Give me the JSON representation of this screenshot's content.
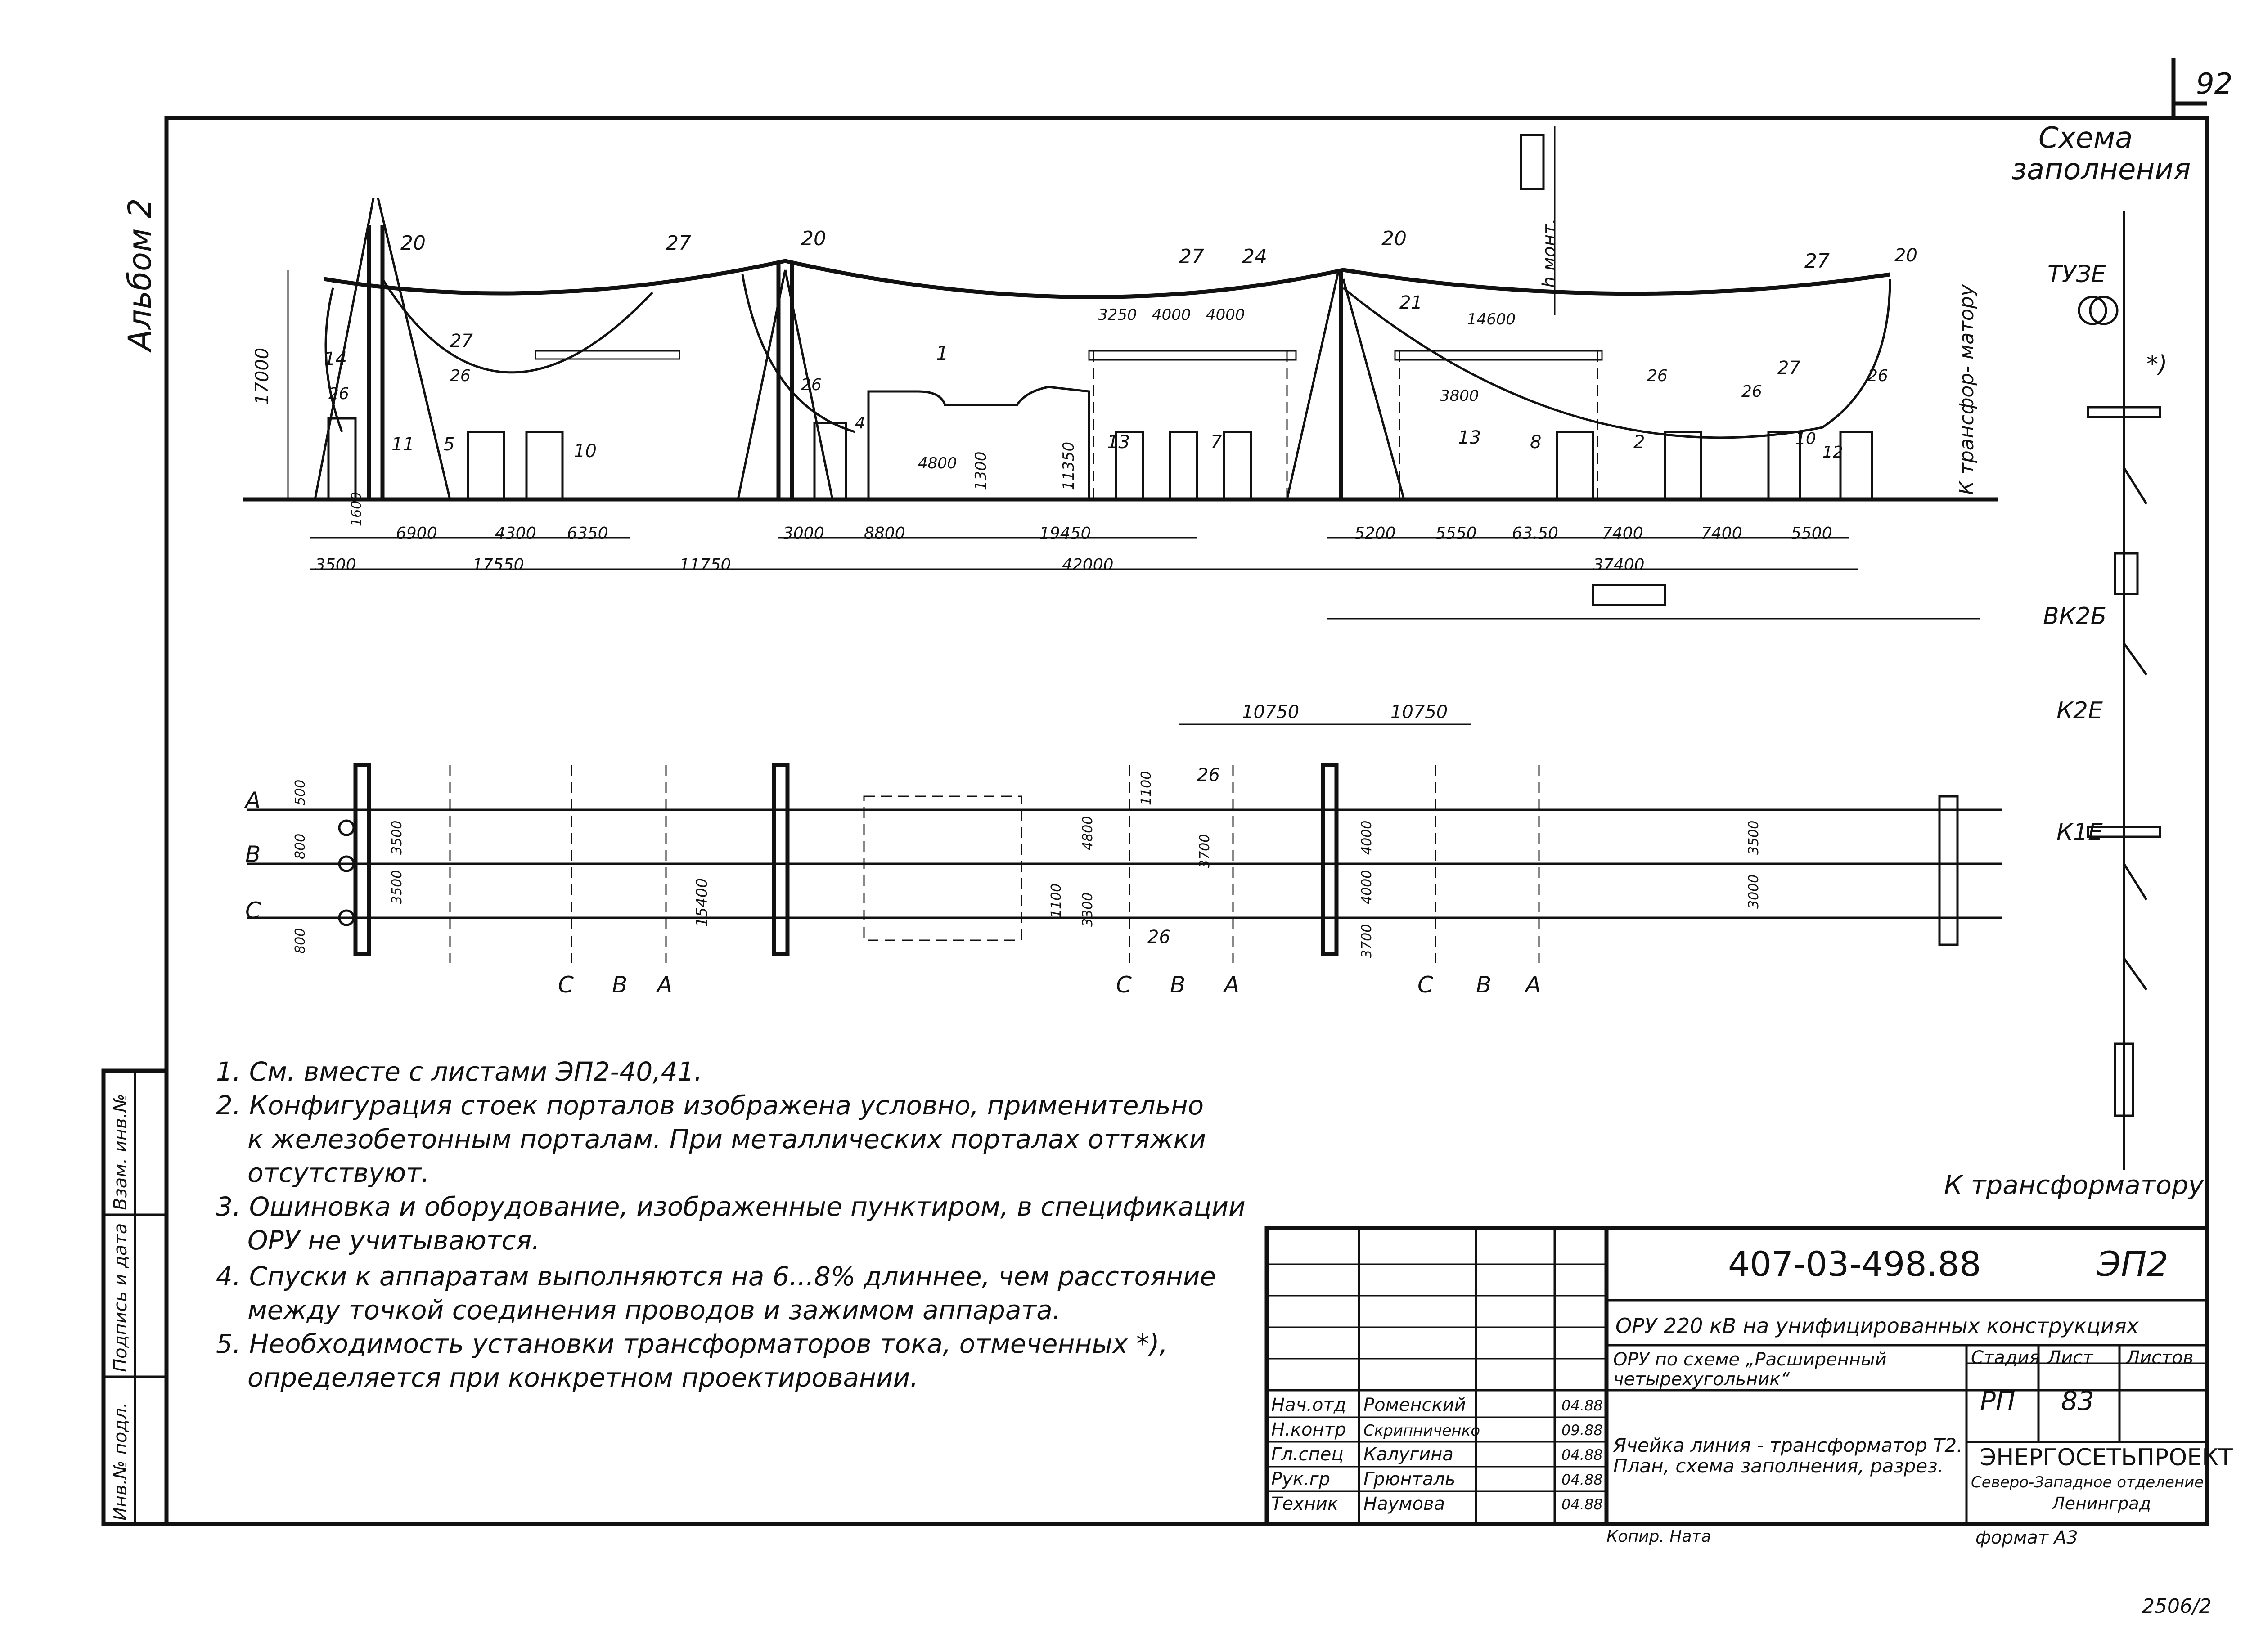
{
  "sheet_no": "92",
  "album": "Альбом 2",
  "scheme_title": [
    "Схема",
    "заполнения"
  ],
  "scheme_labels": {
    "tuze": "ТУЗЕ",
    "vk2b": "ВК2Б",
    "k2e": "К2Е",
    "k1e": "К1Е",
    "to_transformer": "К трансформатору",
    "star_note": "*)"
  },
  "vertical_labels": {
    "h_mont": "h монт.",
    "to_transformer_rot": "К трансфор- матору"
  },
  "section": {
    "height_17000": "17000",
    "callouts": [
      "20",
      "27",
      "20",
      "27",
      "24",
      "20",
      "27",
      "20",
      "14",
      "27",
      "26",
      "26",
      "11",
      "5",
      "10",
      "26",
      "4",
      "1",
      "13",
      "7",
      "21",
      "13",
      "8",
      "2",
      "26",
      "26",
      "27",
      "26",
      "10",
      "12"
    ],
    "dims_top": [
      "3250",
      "4000",
      "4000",
      "14600",
      "11350",
      "4800",
      "1300",
      "3800",
      "1600"
    ],
    "dims_row1": [
      "6900",
      "4300",
      "6350",
      "3000",
      "8800",
      "19450",
      "5200",
      "5550",
      "63.50",
      "7400",
      "7400",
      "5500"
    ],
    "dims_row2": [
      "3500",
      "17550",
      "11750",
      "42000",
      "37400"
    ]
  },
  "plan": {
    "dims_top": [
      "10750",
      "10750"
    ],
    "phases": [
      "А",
      "В",
      "С"
    ],
    "dims": [
      "500",
      "800",
      "800",
      "3500",
      "3500",
      "15400",
      "4800",
      "1100",
      "3300",
      "1100",
      "3700",
      "4000",
      "4000",
      "3700",
      "3500",
      "3000"
    ],
    "phase_letters_bottom": [
      "С",
      "В",
      "А",
      "С",
      "В",
      "А",
      "С",
      "В",
      "А"
    ],
    "callouts": [
      "26",
      "26"
    ]
  },
  "notes": [
    "1. См. вместе с листами ЭП2-40,41.",
    "2. Конфигурация стоек порталов изображена условно, применительно",
    "к железобетонным порталам. При металлических порталах оттяжки",
    "отсутствуют.",
    "3. Ошиновка и оборудование, изображенные пунктиром, в спецификации",
    "ОРУ не учитываются.",
    "4. Спуски к аппаратам выполняются на 6...8% длиннее, чем расстояние",
    "между точкой соединения проводов и зажимом аппарата.",
    "5. Необходимость установки трансформаторов тока, отмеченных *),",
    "определяется при конкретном проектировании."
  ],
  "side_stamp": [
    "Инв.№ подл.",
    "Подпись и дата",
    "Взам. инв.№"
  ],
  "title_block": {
    "doc_code": "407-03-498.88",
    "sheet_code": "ЭП2",
    "project": "ОРУ 220 кВ на унифицированных конструкциях",
    "scheme": "ОРУ по схеме „Расширенный четырехугольник“",
    "drawing": "Ячейка линия - трансформатор Т2. План, схема заполнения, разрез.",
    "stage_header": "Стадия",
    "sheet_header": "Лист",
    "sheets_header": "Листов",
    "stage": "РП",
    "sheet": "83",
    "org1": "ЭНЕРГОСЕТЬПРОЕКТ",
    "org2": "Северо-Западное отделение",
    "org3": "Ленинград",
    "staff": [
      {
        "role": "Нач.отд",
        "name": "Роменский",
        "date": "04.88"
      },
      {
        "role": "Н.контр",
        "name": "Скрипниченко",
        "date": "09.88"
      },
      {
        "role": "Гл.спец",
        "name": "Калугина",
        "date": "04.88"
      },
      {
        "role": "Рук.гр",
        "name": "Грюнталь",
        "date": "04.88"
      },
      {
        "role": "Техник",
        "name": "Наумова",
        "date": "04.88"
      }
    ],
    "copied": "Копир. Ната",
    "format": "формат А3"
  },
  "footer_no": "2506/2"
}
